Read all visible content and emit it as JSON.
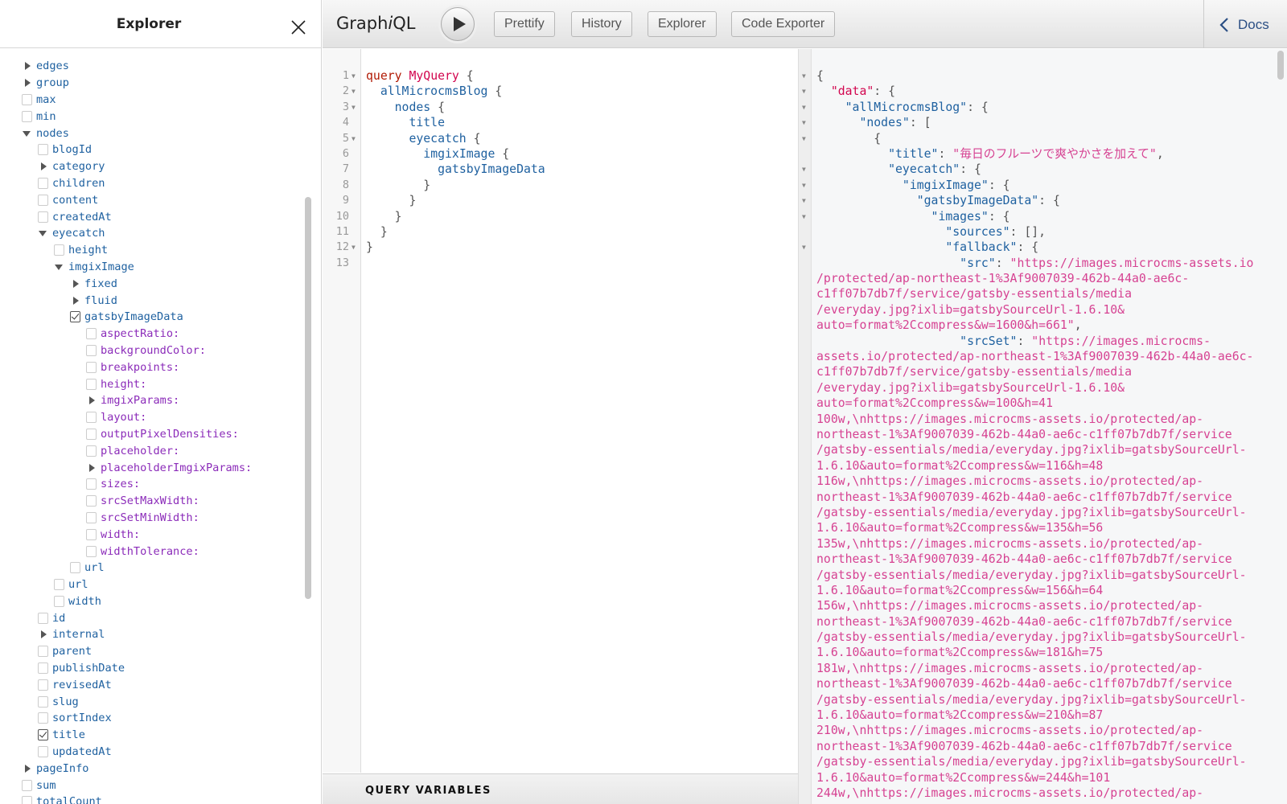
{
  "explorer": {
    "title": "Explorer",
    "items": [
      {
        "level": 0,
        "kind": "collapsed",
        "label": "edges"
      },
      {
        "level": 0,
        "kind": "collapsed",
        "label": "group"
      },
      {
        "level": 0,
        "kind": "unchecked",
        "label": "max"
      },
      {
        "level": 0,
        "kind": "unchecked",
        "label": "min"
      },
      {
        "level": 0,
        "kind": "expanded",
        "label": "nodes"
      },
      {
        "level": 1,
        "kind": "unchecked",
        "label": "blogId"
      },
      {
        "level": 1,
        "kind": "collapsed",
        "label": "category"
      },
      {
        "level": 1,
        "kind": "unchecked",
        "label": "children"
      },
      {
        "level": 1,
        "kind": "unchecked",
        "label": "content"
      },
      {
        "level": 1,
        "kind": "unchecked",
        "label": "createdAt"
      },
      {
        "level": 1,
        "kind": "expanded",
        "label": "eyecatch"
      },
      {
        "level": 2,
        "kind": "unchecked",
        "label": "height"
      },
      {
        "level": 2,
        "kind": "expanded",
        "label": "imgixImage"
      },
      {
        "level": 3,
        "kind": "collapsed",
        "label": "fixed"
      },
      {
        "level": 3,
        "kind": "collapsed",
        "label": "fluid"
      },
      {
        "level": 3,
        "kind": "checked",
        "label": "gatsbyImageData"
      },
      {
        "level": 4,
        "kind": "unchecked",
        "label": "aspectRatio:",
        "arg": true
      },
      {
        "level": 4,
        "kind": "unchecked",
        "label": "backgroundColor:",
        "arg": true
      },
      {
        "level": 4,
        "kind": "unchecked",
        "label": "breakpoints:",
        "arg": true
      },
      {
        "level": 4,
        "kind": "unchecked",
        "label": "height:",
        "arg": true
      },
      {
        "level": 4,
        "kind": "collapsed",
        "label": "imgixParams:",
        "arg": true
      },
      {
        "level": 4,
        "kind": "unchecked",
        "label": "layout:",
        "arg": true
      },
      {
        "level": 4,
        "kind": "unchecked",
        "label": "outputPixelDensities:",
        "arg": true
      },
      {
        "level": 4,
        "kind": "unchecked",
        "label": "placeholder:",
        "arg": true
      },
      {
        "level": 4,
        "kind": "collapsed",
        "label": "placeholderImgixParams:",
        "arg": true
      },
      {
        "level": 4,
        "kind": "unchecked",
        "label": "sizes:",
        "arg": true
      },
      {
        "level": 4,
        "kind": "unchecked",
        "label": "srcSetMaxWidth:",
        "arg": true
      },
      {
        "level": 4,
        "kind": "unchecked",
        "label": "srcSetMinWidth:",
        "arg": true
      },
      {
        "level": 4,
        "kind": "unchecked",
        "label": "width:",
        "arg": true
      },
      {
        "level": 4,
        "kind": "unchecked",
        "label": "widthTolerance:",
        "arg": true
      },
      {
        "level": 3,
        "kind": "unchecked",
        "label": "url"
      },
      {
        "level": 2,
        "kind": "unchecked",
        "label": "url"
      },
      {
        "level": 2,
        "kind": "unchecked",
        "label": "width"
      },
      {
        "level": 1,
        "kind": "unchecked",
        "label": "id"
      },
      {
        "level": 1,
        "kind": "collapsed",
        "label": "internal"
      },
      {
        "level": 1,
        "kind": "unchecked",
        "label": "parent"
      },
      {
        "level": 1,
        "kind": "unchecked",
        "label": "publishDate"
      },
      {
        "level": 1,
        "kind": "unchecked",
        "label": "revisedAt"
      },
      {
        "level": 1,
        "kind": "unchecked",
        "label": "slug"
      },
      {
        "level": 1,
        "kind": "unchecked",
        "label": "sortIndex"
      },
      {
        "level": 1,
        "kind": "checked",
        "label": "title"
      },
      {
        "level": 1,
        "kind": "unchecked",
        "label": "updatedAt"
      },
      {
        "level": 0,
        "kind": "collapsed",
        "label": "pageInfo"
      },
      {
        "level": 0,
        "kind": "unchecked",
        "label": "sum"
      },
      {
        "level": 0,
        "kind": "unchecked",
        "label": "totalCount"
      }
    ]
  },
  "toolbar": {
    "logo_pre": "Graph",
    "logo_i": "i",
    "logo_post": "QL",
    "buttons": [
      "Prettify",
      "History",
      "Explorer",
      "Code Exporter"
    ],
    "docs_label": "Docs"
  },
  "query_editor": {
    "lines": [
      {
        "n": "1",
        "f": 1,
        "t": [
          [
            "kw",
            "query"
          ],
          [
            "pn",
            " "
          ],
          [
            "def",
            "MyQuery"
          ],
          [
            "pn",
            " {"
          ]
        ]
      },
      {
        "n": "2",
        "f": 1,
        "t": [
          [
            "pn",
            "  "
          ],
          [
            "fld",
            "allMicrocmsBlog"
          ],
          [
            "pn",
            " {"
          ]
        ]
      },
      {
        "n": "3",
        "f": 1,
        "t": [
          [
            "pn",
            "    "
          ],
          [
            "fld",
            "nodes"
          ],
          [
            "pn",
            " {"
          ]
        ]
      },
      {
        "n": "4",
        "f": 0,
        "t": [
          [
            "pn",
            "      "
          ],
          [
            "fld",
            "title"
          ]
        ]
      },
      {
        "n": "5",
        "f": 1,
        "t": [
          [
            "pn",
            "      "
          ],
          [
            "fld",
            "eyecatch"
          ],
          [
            "pn",
            " {"
          ]
        ]
      },
      {
        "n": "6",
        "f": 0,
        "t": [
          [
            "pn",
            "        "
          ],
          [
            "fld",
            "imgixImage"
          ],
          [
            "pn",
            " {"
          ]
        ]
      },
      {
        "n": "7",
        "f": 0,
        "t": [
          [
            "pn",
            "          "
          ],
          [
            "fld",
            "gatsbyImageData"
          ]
        ]
      },
      {
        "n": "8",
        "f": 0,
        "t": [
          [
            "pn",
            "        }"
          ]
        ]
      },
      {
        "n": "9",
        "f": 0,
        "t": [
          [
            "pn",
            "      }"
          ]
        ]
      },
      {
        "n": "10",
        "f": 0,
        "t": [
          [
            "pn",
            "    }"
          ]
        ]
      },
      {
        "n": "11",
        "f": 0,
        "t": [
          [
            "pn",
            "  }"
          ]
        ]
      },
      {
        "n": "12",
        "f": 1,
        "t": [
          [
            "pn",
            "}"
          ]
        ]
      },
      {
        "n": "13",
        "f": 0,
        "t": []
      }
    ],
    "variables_label": "QUERY VARIABLES"
  },
  "result": {
    "lines": [
      {
        "f": 1,
        "t": [
          [
            "pn",
            "{"
          ]
        ]
      },
      {
        "f": 1,
        "t": [
          [
            "pn",
            "  "
          ],
          [
            "dk",
            "\"data\""
          ],
          [
            "pn",
            ": {"
          ]
        ]
      },
      {
        "f": 1,
        "t": [
          [
            "pn",
            "    "
          ],
          [
            "key",
            "\"allMicrocmsBlog\""
          ],
          [
            "pn",
            ": {"
          ]
        ]
      },
      {
        "f": 1,
        "t": [
          [
            "pn",
            "      "
          ],
          [
            "key",
            "\"nodes\""
          ],
          [
            "pn",
            ": ["
          ]
        ]
      },
      {
        "f": 1,
        "t": [
          [
            "pn",
            "        {"
          ]
        ]
      },
      {
        "f": 0,
        "t": [
          [
            "pn",
            "          "
          ],
          [
            "key",
            "\"title\""
          ],
          [
            "pn",
            ": "
          ],
          [
            "str",
            "\"毎日のフルーツで爽やかさを加えて\""
          ],
          [
            "pn",
            ","
          ]
        ]
      },
      {
        "f": 1,
        "t": [
          [
            "pn",
            "          "
          ],
          [
            "key",
            "\"eyecatch\""
          ],
          [
            "pn",
            ": {"
          ]
        ]
      },
      {
        "f": 1,
        "t": [
          [
            "pn",
            "            "
          ],
          [
            "key",
            "\"imgixImage\""
          ],
          [
            "pn",
            ": {"
          ]
        ]
      },
      {
        "f": 1,
        "t": [
          [
            "pn",
            "              "
          ],
          [
            "key",
            "\"gatsbyImageData\""
          ],
          [
            "pn",
            ": {"
          ]
        ]
      },
      {
        "f": 1,
        "t": [
          [
            "pn",
            "                "
          ],
          [
            "key",
            "\"images\""
          ],
          [
            "pn",
            ": {"
          ]
        ]
      },
      {
        "f": 0,
        "t": [
          [
            "pn",
            "                  "
          ],
          [
            "key",
            "\"sources\""
          ],
          [
            "pn",
            ": [],"
          ]
        ]
      },
      {
        "f": 1,
        "t": [
          [
            "pn",
            "                  "
          ],
          [
            "key",
            "\"fallback\""
          ],
          [
            "pn",
            ": {"
          ]
        ]
      },
      {
        "f": 0,
        "t": [
          [
            "pn",
            "                    "
          ],
          [
            "key",
            "\"src\""
          ],
          [
            "pn",
            ": "
          ],
          [
            "str",
            "\"https://images.microcms-assets.io"
          ]
        ]
      },
      {
        "f": 0,
        "t": [
          [
            "str",
            "/protected/ap-northeast-1%3Af9007039-462b-44a0-ae6c-"
          ]
        ]
      },
      {
        "f": 0,
        "t": [
          [
            "str",
            "c1ff07b7db7f/service/gatsby-essentials/media"
          ]
        ]
      },
      {
        "f": 0,
        "t": [
          [
            "str",
            "/everyday.jpg?ixlib=gatsbySourceUrl-1.6.10&"
          ]
        ]
      },
      {
        "f": 0,
        "t": [
          [
            "str",
            "auto=format%2Ccompress&w=1600&h=661\""
          ],
          [
            "pn",
            ","
          ]
        ]
      },
      {
        "f": 0,
        "t": [
          [
            "pn",
            "                    "
          ],
          [
            "key",
            "\"srcSet\""
          ],
          [
            "pn",
            ": "
          ],
          [
            "str",
            "\"https://images.microcms-"
          ]
        ]
      },
      {
        "f": 0,
        "t": [
          [
            "str",
            "assets.io/protected/ap-northeast-1%3Af9007039-462b-44a0-ae6c-"
          ]
        ]
      },
      {
        "f": 0,
        "t": [
          [
            "str",
            "c1ff07b7db7f/service/gatsby-essentials/media"
          ]
        ]
      },
      {
        "f": 0,
        "t": [
          [
            "str",
            "/everyday.jpg?ixlib=gatsbySourceUrl-1.6.10&"
          ]
        ]
      },
      {
        "f": 0,
        "t": [
          [
            "str",
            "auto=format%2Ccompress&w=100&h=41"
          ]
        ]
      },
      {
        "f": 0,
        "t": [
          [
            "str",
            "100w,\\nhttps://images.microcms-assets.io/protected/ap-"
          ]
        ]
      },
      {
        "f": 0,
        "t": [
          [
            "str",
            "northeast-1%3Af9007039-462b-44a0-ae6c-c1ff07b7db7f/service"
          ]
        ]
      },
      {
        "f": 0,
        "t": [
          [
            "str",
            "/gatsby-essentials/media/everyday.jpg?ixlib=gatsbySourceUrl-"
          ]
        ]
      },
      {
        "f": 0,
        "t": [
          [
            "str",
            "1.6.10&auto=format%2Ccompress&w=116&h=48"
          ]
        ]
      },
      {
        "f": 0,
        "t": [
          [
            "str",
            "116w,\\nhttps://images.microcms-assets.io/protected/ap-"
          ]
        ]
      },
      {
        "f": 0,
        "t": [
          [
            "str",
            "northeast-1%3Af9007039-462b-44a0-ae6c-c1ff07b7db7f/service"
          ]
        ]
      },
      {
        "f": 0,
        "t": [
          [
            "str",
            "/gatsby-essentials/media/everyday.jpg?ixlib=gatsbySourceUrl-"
          ]
        ]
      },
      {
        "f": 0,
        "t": [
          [
            "str",
            "1.6.10&auto=format%2Ccompress&w=135&h=56"
          ]
        ]
      },
      {
        "f": 0,
        "t": [
          [
            "str",
            "135w,\\nhttps://images.microcms-assets.io/protected/ap-"
          ]
        ]
      },
      {
        "f": 0,
        "t": [
          [
            "str",
            "northeast-1%3Af9007039-462b-44a0-ae6c-c1ff07b7db7f/service"
          ]
        ]
      },
      {
        "f": 0,
        "t": [
          [
            "str",
            "/gatsby-essentials/media/everyday.jpg?ixlib=gatsbySourceUrl-"
          ]
        ]
      },
      {
        "f": 0,
        "t": [
          [
            "str",
            "1.6.10&auto=format%2Ccompress&w=156&h=64"
          ]
        ]
      },
      {
        "f": 0,
        "t": [
          [
            "str",
            "156w,\\nhttps://images.microcms-assets.io/protected/ap-"
          ]
        ]
      },
      {
        "f": 0,
        "t": [
          [
            "str",
            "northeast-1%3Af9007039-462b-44a0-ae6c-c1ff07b7db7f/service"
          ]
        ]
      },
      {
        "f": 0,
        "t": [
          [
            "str",
            "/gatsby-essentials/media/everyday.jpg?ixlib=gatsbySourceUrl-"
          ]
        ]
      },
      {
        "f": 0,
        "t": [
          [
            "str",
            "1.6.10&auto=format%2Ccompress&w=181&h=75"
          ]
        ]
      },
      {
        "f": 0,
        "t": [
          [
            "str",
            "181w,\\nhttps://images.microcms-assets.io/protected/ap-"
          ]
        ]
      },
      {
        "f": 0,
        "t": [
          [
            "str",
            "northeast-1%3Af9007039-462b-44a0-ae6c-c1ff07b7db7f/service"
          ]
        ]
      },
      {
        "f": 0,
        "t": [
          [
            "str",
            "/gatsby-essentials/media/everyday.jpg?ixlib=gatsbySourceUrl-"
          ]
        ]
      },
      {
        "f": 0,
        "t": [
          [
            "str",
            "1.6.10&auto=format%2Ccompress&w=210&h=87"
          ]
        ]
      },
      {
        "f": 0,
        "t": [
          [
            "str",
            "210w,\\nhttps://images.microcms-assets.io/protected/ap-"
          ]
        ]
      },
      {
        "f": 0,
        "t": [
          [
            "str",
            "northeast-1%3Af9007039-462b-44a0-ae6c-c1ff07b7db7f/service"
          ]
        ]
      },
      {
        "f": 0,
        "t": [
          [
            "str",
            "/gatsby-essentials/media/everyday.jpg?ixlib=gatsbySourceUrl-"
          ]
        ]
      },
      {
        "f": 0,
        "t": [
          [
            "str",
            "1.6.10&auto=format%2Ccompress&w=244&h=101"
          ]
        ]
      },
      {
        "f": 0,
        "t": [
          [
            "str",
            "244w,\\nhttps://images.microcms-assets.io/protected/ap-"
          ]
        ]
      }
    ]
  }
}
